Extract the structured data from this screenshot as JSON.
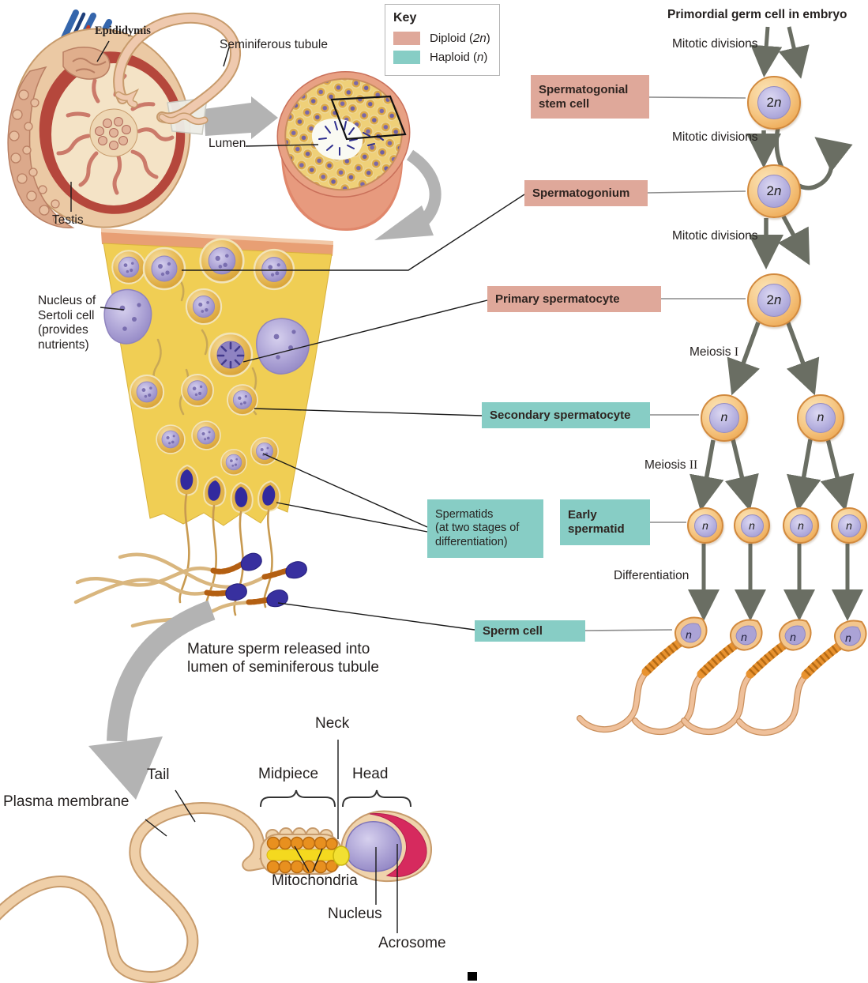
{
  "colors": {
    "diploid": "#dfa89a",
    "haploid": "#87cdc5",
    "cell-fill": "#f6c886",
    "cell-border": "#d28a3e",
    "nucleus-fill": "#b3aede",
    "arrow-gray": "#6a6e63",
    "ink": "#231f1e"
  },
  "key": {
    "title": "Key",
    "items": [
      {
        "pre": "Diploid (",
        "it": "2n",
        "post": ")"
      },
      {
        "pre": "Haploid (",
        "it": "n",
        "post": ")"
      }
    ]
  },
  "anatomy": {
    "epididymis": "Epididymis",
    "seminiferous_tubule": "Seminiferous tubule",
    "lumen": "Lumen",
    "testis": "Testis",
    "sertoli_note": "Nucleus of\nSertoli cell\n(provides\nnutrients)",
    "mature_sperm_note": "Mature sperm released into\nlumen of seminiferous tubule"
  },
  "stages": {
    "spermatogonial_stem_cell": "Spermatogonial\nstem cell",
    "spermatogonium": "Spermatogonium",
    "primary_spermatocyte": "Primary spermatocyte",
    "secondary_spermatocyte": "Secondary spermatocyte",
    "early_spermatid": "Early\nspermatid",
    "spermatids_note": "Spermatids\n(at two stages of\ndifferentiation)",
    "sperm_cell": "Sperm cell"
  },
  "process": {
    "title": "Primordial germ cell in embryo",
    "mitotic": [
      "Mitotic divisions",
      "Mitotic divisions",
      "Mitotic divisions"
    ],
    "meiosis1": {
      "word": "Meiosis",
      "numeral": "I"
    },
    "meiosis2": {
      "word": "Meiosis",
      "numeral": "II"
    },
    "differentiation": "Differentiation"
  },
  "ploidy": {
    "diploid_num": "2",
    "diploid_sym": "n",
    "haploid_sym": "n"
  },
  "sperm_parts": {
    "neck": "Neck",
    "tail": "Tail",
    "midpiece": "Midpiece",
    "head": "Head",
    "plasma_membrane": "Plasma membrane",
    "mitochondria": "Mitochondria",
    "nucleus": "Nucleus",
    "acrosome": "Acrosome"
  }
}
